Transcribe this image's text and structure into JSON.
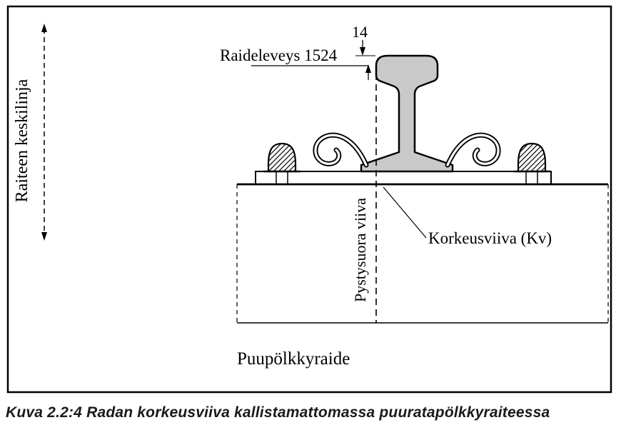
{
  "diagram": {
    "labels": {
      "track_centerline": "Raiteen keskilinja",
      "gauge_dimension": "Raideleveys 1524",
      "head_offset_dimension": "14",
      "vertical_line": "Pystysuora viiva",
      "height_line": "Korkeusviiva (Kv)",
      "track_type": "Puupölkkyraide"
    },
    "caption": "Kuva 2.2:4 Radan korkeusviiva kallistamattomassa puuratapölkkyraiteessa",
    "colors": {
      "rail_fill": "#c9c9c9",
      "ink": "#000000",
      "background": "#ffffff"
    }
  }
}
